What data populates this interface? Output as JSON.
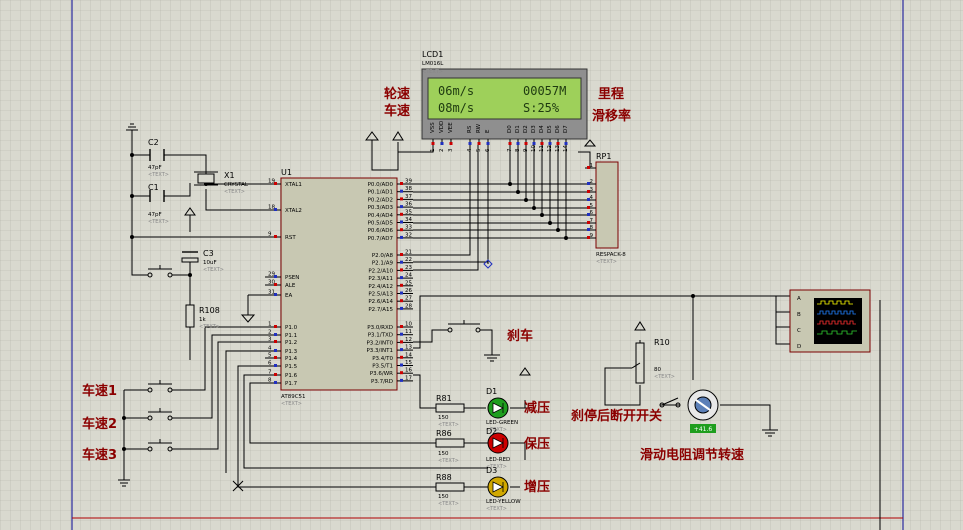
{
  "lcd": {
    "ref": "LCD1",
    "part": "LM016L",
    "text_tag": "<TEXT>",
    "line1_left": "06m/s",
    "line1_right": "00057M",
    "line2_left": "08m/s",
    "line2_right": "S:25%",
    "pins": [
      "VSS",
      "VDD",
      "VEE",
      "RS",
      "RW",
      "E",
      "D0",
      "D1",
      "D2",
      "D3",
      "D4",
      "D5",
      "D6",
      "D7"
    ],
    "pin_nums": [
      "1",
      "2",
      "3",
      "4",
      "5",
      "6",
      "7",
      "8",
      "9",
      "10",
      "11",
      "12",
      "13",
      "14"
    ]
  },
  "annotations": {
    "wheel_speed": "轮速",
    "vehicle_speed": "车速",
    "mileage": "里程",
    "slip_rate": "滑移率",
    "brake": "刹车",
    "decelerate": "减压",
    "hold": "保压",
    "increase": "增压",
    "speed1": "车速1",
    "speed2": "车速2",
    "speed3": "车速3",
    "switch_note": "刹停后断开开关",
    "pot_note": "滑动电阻调节转速"
  },
  "mcu": {
    "ref": "U1",
    "part": "AT89C51",
    "text_tag": "<TEXT>",
    "left_pins": [
      {
        "num": "19",
        "name": "XTAL1"
      },
      {
        "num": "18",
        "name": "XTAL2"
      },
      {
        "num": "9",
        "name": "RST"
      },
      {
        "num": "29",
        "name": "PSEN"
      },
      {
        "num": "30",
        "name": "ALE"
      },
      {
        "num": "31",
        "name": "EA"
      },
      {
        "num": "1",
        "name": "P1.0"
      },
      {
        "num": "2",
        "name": "P1.1"
      },
      {
        "num": "3",
        "name": "P1.2"
      },
      {
        "num": "4",
        "name": "P1.3"
      },
      {
        "num": "5",
        "name": "P1.4"
      },
      {
        "num": "6",
        "name": "P1.5"
      },
      {
        "num": "7",
        "name": "P1.6"
      },
      {
        "num": "8",
        "name": "P1.7"
      }
    ],
    "right_pins_p0": [
      {
        "num": "39",
        "name": "P0.0/AD0"
      },
      {
        "num": "38",
        "name": "P0.1/AD1"
      },
      {
        "num": "37",
        "name": "P0.2/AD2"
      },
      {
        "num": "36",
        "name": "P0.3/AD3"
      },
      {
        "num": "35",
        "name": "P0.4/AD4"
      },
      {
        "num": "34",
        "name": "P0.5/AD5"
      },
      {
        "num": "33",
        "name": "P0.6/AD6"
      },
      {
        "num": "32",
        "name": "P0.7/AD7"
      }
    ],
    "right_pins_p2": [
      {
        "num": "21",
        "name": "P2.0/A8"
      },
      {
        "num": "22",
        "name": "P2.1/A9"
      },
      {
        "num": "23",
        "name": "P2.2/A10"
      },
      {
        "num": "24",
        "name": "P2.3/A11"
      },
      {
        "num": "25",
        "name": "P2.4/A12"
      },
      {
        "num": "26",
        "name": "P2.5/A13"
      },
      {
        "num": "27",
        "name": "P2.6/A14"
      },
      {
        "num": "28",
        "name": "P2.7/A15"
      }
    ],
    "right_pins_p3": [
      {
        "num": "10",
        "name": "P3.0/RXD"
      },
      {
        "num": "11",
        "name": "P3.1/TXD"
      },
      {
        "num": "12",
        "name": "P3.2/INT0"
      },
      {
        "num": "13",
        "name": "P3.3/INT1"
      },
      {
        "num": "14",
        "name": "P3.4/T0"
      },
      {
        "num": "15",
        "name": "P3.5/T1"
      },
      {
        "num": "16",
        "name": "P3.6/WR"
      },
      {
        "num": "17",
        "name": "P3.7/RD"
      }
    ]
  },
  "components": {
    "c1": {
      "ref": "C1",
      "value": "47pF",
      "tag": "<TEXT>"
    },
    "c2": {
      "ref": "C2",
      "value": "47pF",
      "tag": "<TEXT>"
    },
    "c3": {
      "ref": "C3",
      "value": "10uF",
      "tag": "<TEXT>"
    },
    "x1": {
      "ref": "X1",
      "value": "CRYSTAL",
      "tag": "<TEXT>"
    },
    "r108": {
      "ref": "R108",
      "value": "1k",
      "tag": "<TEXT>"
    },
    "rp1": {
      "ref": "RP1",
      "value": "RESPACK-8",
      "tag": "<TEXT>",
      "pins": [
        "1",
        "2",
        "3",
        "4",
        "5",
        "6",
        "7",
        "8",
        "9"
      ]
    },
    "r10": {
      "ref": "R10",
      "value": "80",
      "tag": "<TEXT>"
    },
    "r81": {
      "ref": "R81",
      "value": "150",
      "tag": "<TEXT>"
    },
    "r86": {
      "ref": "R86",
      "value": "150",
      "tag": "<TEXT>"
    },
    "r88": {
      "ref": "R88",
      "value": "150",
      "tag": "<TEXT>"
    },
    "d1": {
      "ref": "D1",
      "value": "LED-GREEN",
      "tag": "<TEXT>"
    },
    "d2": {
      "ref": "D2",
      "value": "LED-RED",
      "tag": "<TEXT>"
    },
    "d3": {
      "ref": "D3",
      "value": "LED-YELLOW",
      "tag": "<TEXT>"
    },
    "motor": {
      "readout": "+41.6"
    }
  },
  "scope": {
    "channels": [
      "A",
      "B",
      "C",
      "D"
    ]
  },
  "colors": {
    "background": "#d9d9cf",
    "wire": "#000000",
    "chip_fill": "#c8c8b2",
    "chip_border": "#7a0000",
    "lcd_screen": "#9ed05a",
    "lcd_body": "#8f8f8f",
    "label_red": "#8b0000",
    "led_green": "#1e9e1e",
    "led_red": "#cc0000",
    "led_yellow": "#d0a800",
    "pin_red": "#cc0000",
    "pin_blue": "#2030c0",
    "border_blue": "#2a2aa0",
    "border_red": "#b00000"
  }
}
